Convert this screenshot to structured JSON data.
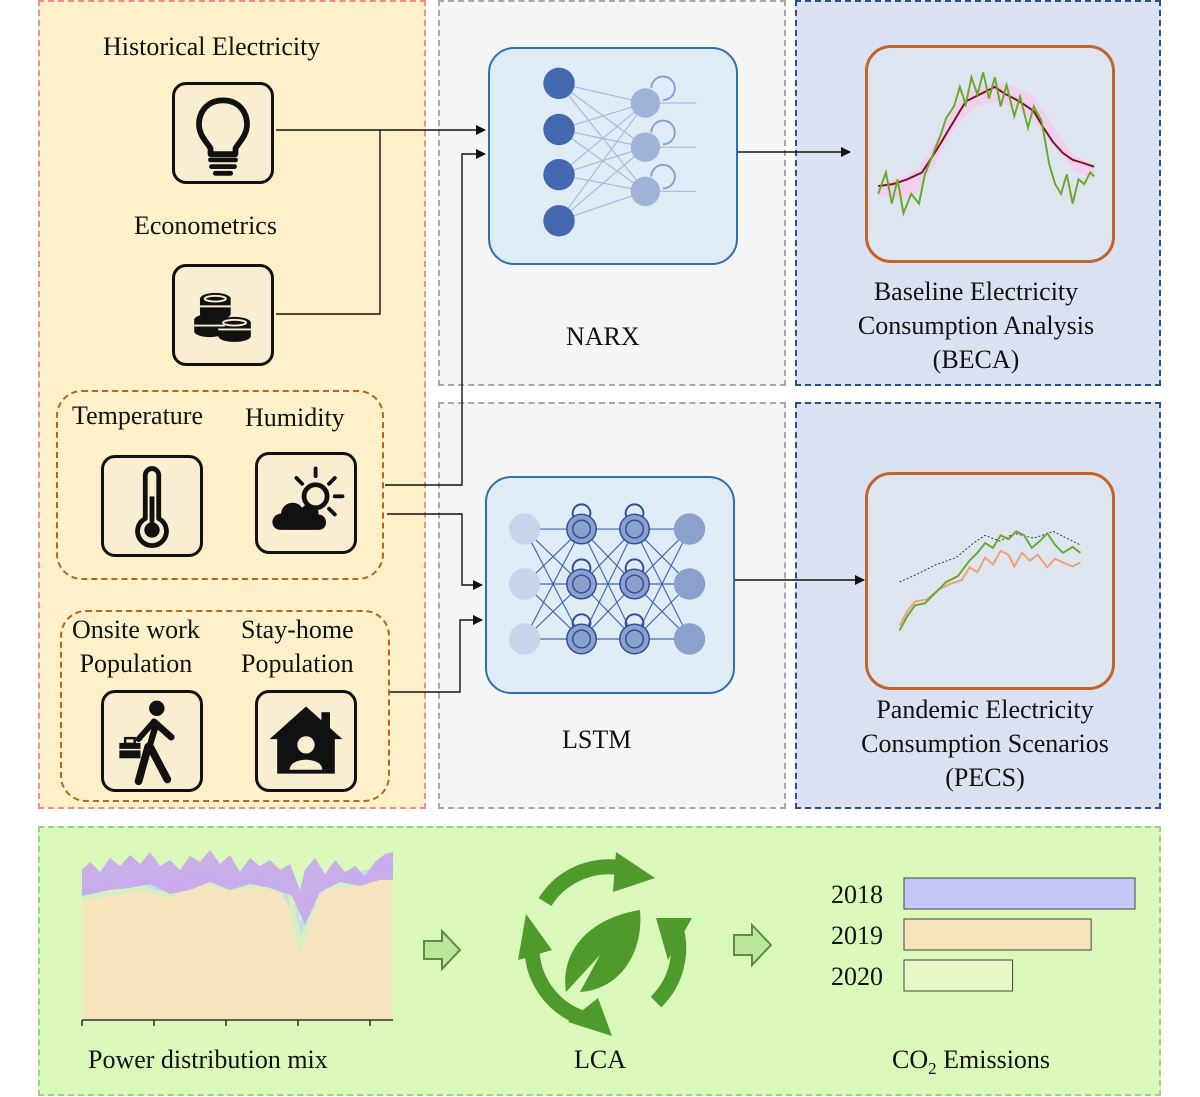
{
  "inputs": {
    "historical_electricity": "Historical Electricity",
    "econometrics": "Econometrics",
    "temperature": "Temperature",
    "humidity": "Humidity",
    "onsite_work_population": [
      "Onsite work",
      "Population"
    ],
    "stay_home_population": [
      "Stay-home",
      "Population"
    ]
  },
  "icons": {
    "historical_electricity": "lightbulb-icon",
    "econometrics": "coins-icon",
    "temperature": "thermometer-icon",
    "humidity": "sun-cloud-icon",
    "onsite_work": "walking-worker-icon",
    "stay_home": "house-person-icon"
  },
  "models": {
    "narx": "NARX",
    "lstm": "LSTM"
  },
  "outputs": {
    "beca": [
      "Baseline Electricity",
      "Consumption Analysis",
      "(BECA)"
    ],
    "pecs": [
      "Pandemic Electricity",
      "Consumption Scenarios",
      "(PECS)"
    ]
  },
  "bottom": {
    "power_mix_label": "Power distribution mix",
    "lca_label": "LCA",
    "co2_label": "CO",
    "co2_sub": "2",
    "co2_suffix": " Emissions"
  },
  "chart_data": {
    "type": "bar",
    "orientation": "horizontal",
    "categories": [
      "2018",
      "2019",
      "2020"
    ],
    "values": [
      1.0,
      0.81,
      0.47
    ],
    "colors": [
      "#c5c8f7",
      "#f6e4bc",
      "#e7f7c8"
    ]
  },
  "colors": {
    "inputs_panel": "#fef1c9",
    "inputs_border": "#f08e8e",
    "models_panel": "#f5f5f5",
    "models_border": "#a8a8a8",
    "outputs_panel": "#dae2f2",
    "outputs_border": "#2c4f86",
    "bottom_panel": "#daf8b9",
    "bottom_border": "#9fcf8f",
    "lca_green": "#4e9a2a"
  }
}
